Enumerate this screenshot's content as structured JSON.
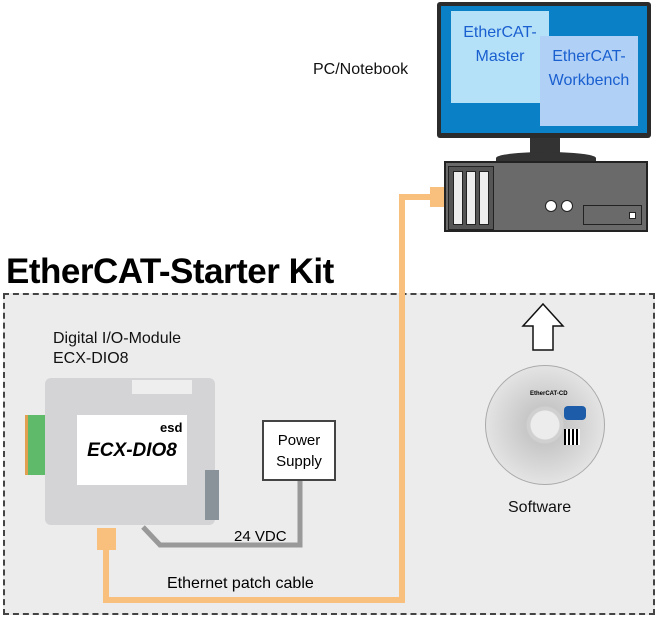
{
  "kit_title": "EtherCAT-Starter Kit",
  "pc": {
    "label": "PC/Notebook",
    "window_master": [
      "EtherCAT-",
      "Master"
    ],
    "window_workbench": [
      "EtherCAT-",
      "Workbench"
    ]
  },
  "module": {
    "caption": [
      "Digital I/O-Module",
      "ECX-DIO8"
    ],
    "front_label": "ECX-DIO8"
  },
  "power_supply": {
    "label": [
      "Power",
      "Supply"
    ],
    "voltage_label": "24 VDC"
  },
  "cable_label": "Ethernet patch cable",
  "software": {
    "label": "Software",
    "cd_title": "EtherCAT-CD"
  },
  "colors": {
    "ethernet_cable": "#f9bf7c",
    "power_cable": "#999999",
    "screen": "#0a80c6",
    "window_text": "#1a5fd0"
  }
}
